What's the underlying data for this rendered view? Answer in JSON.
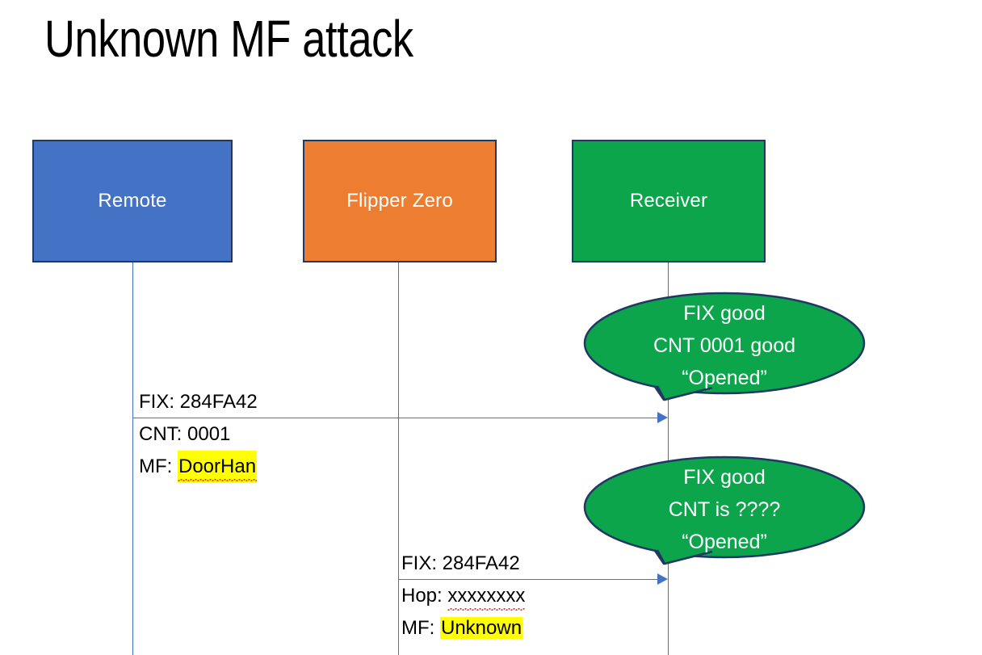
{
  "slide": {
    "title": "Unknown MF attack",
    "background": "#ffffff"
  },
  "colors": {
    "remote_fill": "#4472C4",
    "flipper_fill": "#ED7D31",
    "receiver_fill": "#0DA54C",
    "box_border": "#1F3864",
    "lifeline": "#4472C4",
    "arrow": "#4472C4",
    "highlight": "#FFFF00",
    "spellcheck_underline": "#E03030",
    "bubble_text": "#ffffff"
  },
  "actors": [
    {
      "id": "remote",
      "label": "Remote"
    },
    {
      "id": "flipper",
      "label": "Flipper Zero"
    },
    {
      "id": "receiver",
      "label": "Receiver"
    }
  ],
  "messages": [
    {
      "id": "remote-to-receiver",
      "from": "remote",
      "to": "receiver",
      "lines": [
        {
          "text": "FIX: 284FA42",
          "highlight": false,
          "squiggle": false
        },
        {
          "text": "CNT: 0001",
          "highlight": false,
          "squiggle": false
        }
      ],
      "label_prefix": "MF: ",
      "label_value": "DoorHan",
      "label_value_highlighted": true,
      "label_value_squiggle": true
    },
    {
      "id": "flipper-to-receiver",
      "from": "flipper",
      "to": "receiver",
      "lines": [
        {
          "text": "FIX: 284FA42",
          "highlight": false,
          "squiggle": false
        }
      ],
      "hop_prefix": "Hop: ",
      "hop_value": "xxxxxxxx",
      "hop_value_squiggle": true,
      "label_prefix": "MF: ",
      "label_value": "Unknown",
      "label_value_highlighted": true,
      "label_value_squiggle": false
    }
  ],
  "callouts": [
    {
      "id": "callout-first",
      "lines": [
        "FIX good",
        "CNT 0001 good",
        "“Opened”"
      ]
    },
    {
      "id": "callout-second",
      "lines": [
        "FIX good",
        "CNT is ????",
        "“Opened”"
      ]
    }
  ]
}
